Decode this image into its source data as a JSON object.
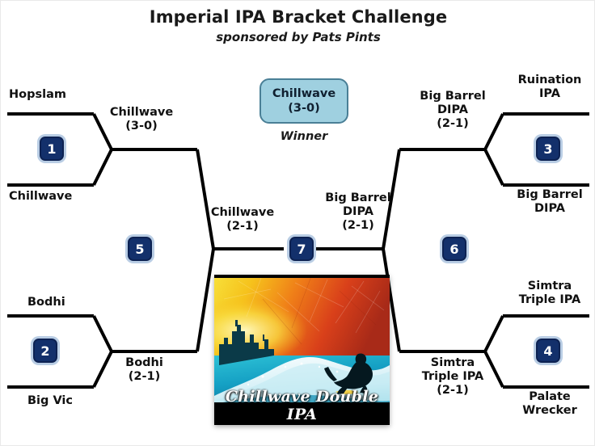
{
  "header": {
    "title": "Imperial IPA Bracket Challenge",
    "subtitle": "sponsored by Pats Pints"
  },
  "winner": {
    "name": "Chillwave",
    "record": "(3-0)",
    "caption": "Winner"
  },
  "artwork": {
    "caption": "Chillwave Double IPA",
    "alt": "surfer-on-wave-beer-label"
  },
  "badges": {
    "match1": "1",
    "match2": "2",
    "match3": "3",
    "match4": "4",
    "match5": "5",
    "match6": "6",
    "match7": "7"
  },
  "left": {
    "r1_top_upper": "Hopslam",
    "r1_top_lower": "Chillwave",
    "r1_bottom_upper": "Bodhi",
    "r1_bottom_lower": "Big Vic",
    "r2_top_winner": "Chillwave\n(3-0)",
    "r2_bottom_winner": "Bodhi\n(2-1)",
    "semi_winner": "Chillwave\n(2-1)"
  },
  "right": {
    "r1_top_upper": "Ruination\nIPA",
    "r1_top_lower": "Big Barrel\nDIPA",
    "r1_bottom_upper": "Simtra\nTriple IPA",
    "r1_bottom_lower": "Palate\nWrecker",
    "r2_top_winner": "Big Barrel\nDIPA\n(2-1)",
    "r2_bottom_winner": "Simtra\nTriple IPA\n(2-1)",
    "semi_winner": "Big Barrel\nDIPA\n(2-1)"
  },
  "colors": {
    "badge_fill": "#13306b",
    "badge_glow": "#b9cde4",
    "winner_fill": "#9fd0e0",
    "winner_border": "#4a7f96",
    "line": "#000000"
  }
}
